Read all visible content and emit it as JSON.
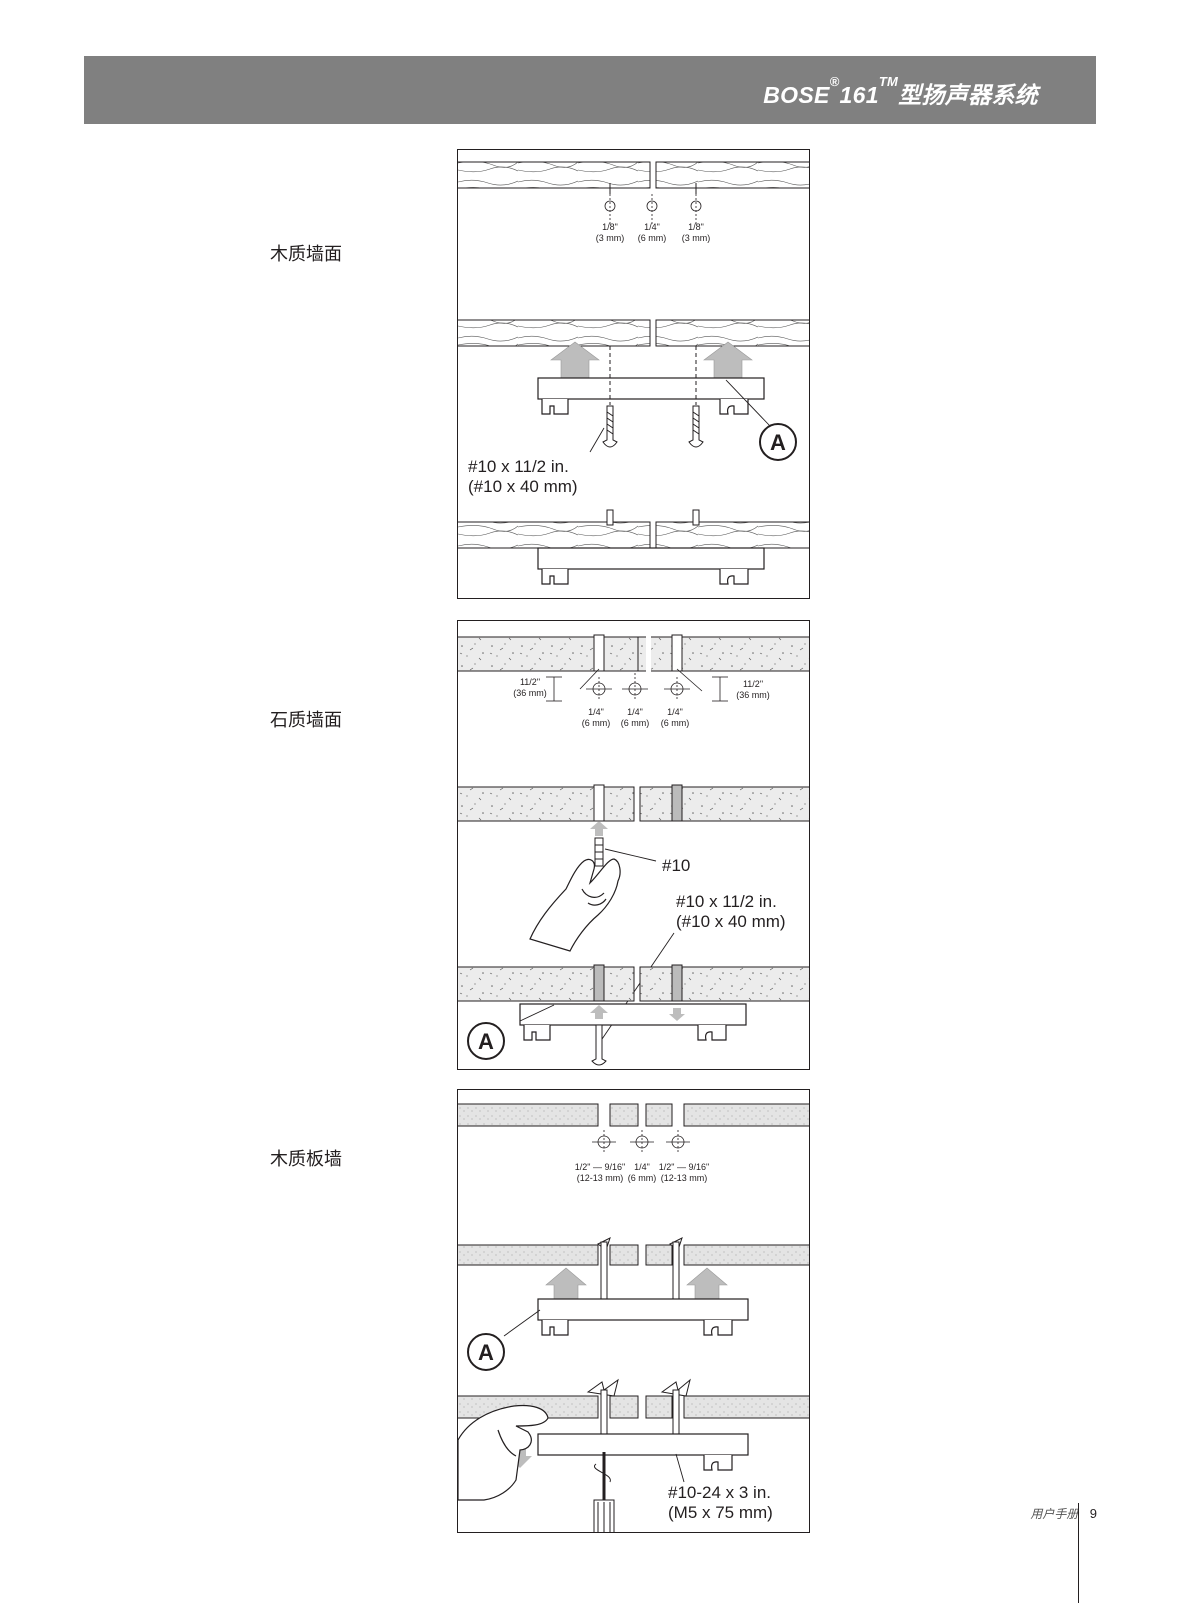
{
  "header": {
    "brand": "BOSE",
    "reg_mark": "®",
    "model": "161",
    "tm_mark": "TM",
    "title_cn": "型扬声器系统"
  },
  "sections": [
    {
      "label": "木质墙面",
      "dims": {
        "d1": "1/8\"",
        "d1mm": "(3 mm)",
        "d2": "1/4\"",
        "d2mm": "(6 mm)",
        "d3": "1/8\"",
        "d3mm": "(3 mm)"
      },
      "screw_label_1": "#10 x 11/2 in.",
      "screw_label_2": "(#10 x 40 mm)",
      "callout": "A"
    },
    {
      "label": "石质墙面",
      "dims": {
        "side_left": "11/2\"",
        "side_left_mm": "(36 mm)",
        "side_right": "11/2\"",
        "side_right_mm": "(36 mm)",
        "d1": "1/4\"",
        "d1mm": "(6 mm)",
        "d2": "1/4\"",
        "d2mm": "(6 mm)",
        "d3": "1/4\"",
        "d3mm": "(6 mm)"
      },
      "anchor_label": "#10",
      "screw_label_1": "#10 x 11/2 in.",
      "screw_label_2": "(#10 x 40 mm)",
      "callout": "A"
    },
    {
      "label": "木质板墙",
      "dims": {
        "d1": "1/2\" — 9/16\"",
        "d1mm": "(12-13 mm)",
        "d2": "1/4\"",
        "d2mm": "(6 mm)",
        "d3": "1/2\" — 9/16\"",
        "d3mm": "(12-13 mm)"
      },
      "screw_label_1": "#10-24 x 3 in.",
      "screw_label_2": "(M5 x 75 mm)",
      "callout": "A"
    }
  ],
  "footer": {
    "manual": "用户手册",
    "page": "9"
  }
}
